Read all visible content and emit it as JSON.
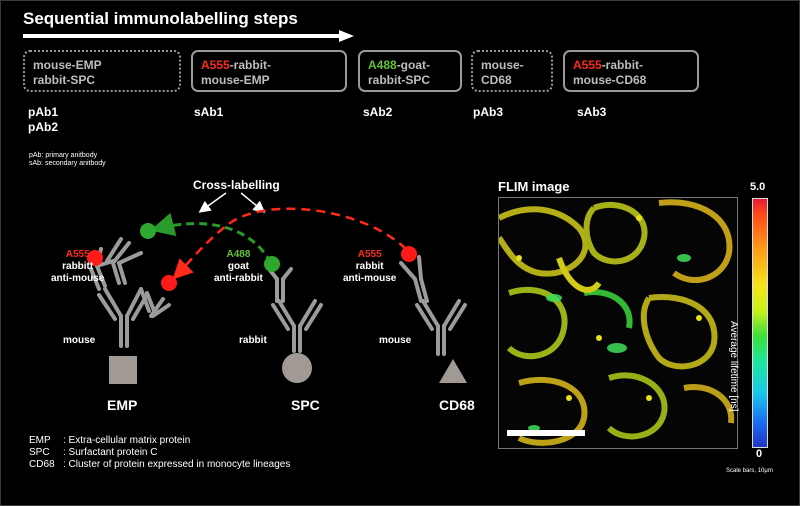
{
  "title": "Sequential immunolabelling steps",
  "steps": [
    {
      "l1a": "",
      "l1b": "mouse-EMP",
      "l2": "rabbit-SPC",
      "tag1": "pAb1",
      "tag2": "pAb2"
    },
    {
      "l1a": "A555",
      "l1b": "-rabbit-",
      "l2": "mouse-EMP",
      "tag1": "sAb1"
    },
    {
      "l1a": "A488",
      "l1b": "-goat-",
      "l2": "rabbit-SPC",
      "tag1": "sAb2"
    },
    {
      "l1a": "",
      "l1b": "mouse-",
      "l2": "CD68",
      "tag1": "pAb3"
    },
    {
      "l1a": "A555",
      "l1b": "-rabbit-",
      "l2": "mouse-CD68",
      "tag1": "sAb3"
    }
  ],
  "abbr": [
    "pAb: primary anitbody",
    "sAb: secondary anitbody"
  ],
  "cross_label": "Cross-labelling",
  "antibodies": {
    "a555_left": {
      "dye": "A555",
      "line1": "rabbitt",
      "line2": "anti-mouse"
    },
    "a488": {
      "dye": "A488",
      "line1": "goat",
      "line2": "anti-rabbit"
    },
    "a555_right": {
      "dye": "A555",
      "line1": "rabbit",
      "line2": "anti-mouse"
    }
  },
  "hosts": {
    "left": "mouse",
    "mid": "rabbit",
    "right": "mouse"
  },
  "antigens": {
    "emp": "EMP",
    "spc": "SPC",
    "cd68": "CD68"
  },
  "legend": [
    {
      "k": "EMP",
      "v": ": Extra-cellular matrix protein"
    },
    {
      "k": "SPC",
      "v": ": Surfactant protein C"
    },
    {
      "k": "CD68",
      "v": ": Cluster of protein expressed in monocyte lineages"
    }
  ],
  "flim": {
    "title": "FLIM image",
    "cbar_max": "5.0",
    "cbar_min": "0",
    "cbar_label": "Average lifetime [ns]",
    "scale_note": "Scale bars, 10μm"
  },
  "colors": {
    "red": "#ff2a1a",
    "green": "#63c23a",
    "antibody": "#9b9b9b"
  }
}
